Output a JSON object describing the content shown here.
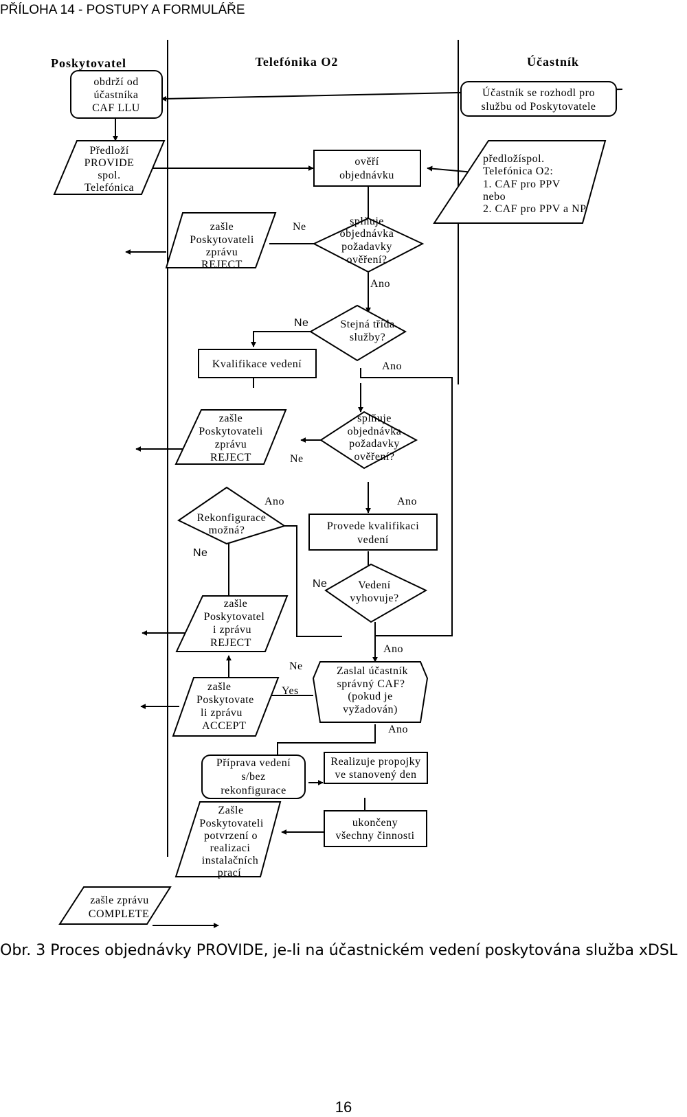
{
  "header": "PŘÍLOHA 14 - POSTUPY A FORMULÁŘE",
  "lanes": {
    "provider": "Poskytovatel",
    "telefonica": "Telefónika O2",
    "subscriber": "Účastník"
  },
  "nodes": {
    "receives_caf": [
      "obdrží od",
      "účastníka",
      "CAF LLU"
    ],
    "subscriber_decided": [
      "Účastník se rozhodl pro",
      "službu od Poskytovatele"
    ],
    "submits_provide": [
      "Předloží",
      "PROVIDE",
      "spol.",
      "Telefónica"
    ],
    "verifies_order": [
      "ověří",
      "objednávku"
    ],
    "subscriber_submits": [
      "předložíspol.",
      "Telefónica O2:",
      "1. CAF pro PPV",
      "nebo",
      "2. CAF pro PPV a NP"
    ],
    "reject_1": [
      "zašle",
      "Poskytovateli",
      "zprávu",
      "REJECT"
    ],
    "meets_requirements_1": [
      "splňuje",
      "objednávka",
      "požadavky",
      "ověření?"
    ],
    "same_class": [
      "Stejná třída",
      "služby?"
    ],
    "line_qualification": [
      "Kvalifikace vedení"
    ],
    "reject_2": [
      "zašle",
      "Poskytovateli",
      "zprávu",
      "REJECT"
    ],
    "meets_requirements_2": [
      "splňuje",
      "objednávka",
      "požadavky",
      "ověření?"
    ],
    "reconfiguration_possible": [
      "Rekonfigurace",
      "možná?"
    ],
    "performs_qualification": [
      "Provede kvalifikaci",
      "vedení"
    ],
    "reject_3": [
      "zašle",
      "Poskytovatel",
      "i zprávu",
      "REJECT"
    ],
    "line_ok": [
      "Vedení",
      "vyhovuje?"
    ],
    "accept": [
      "zašle",
      "Poskytovate",
      "li zprávu",
      "ACCEPT"
    ],
    "correct_caf": [
      "Zaslal účastník",
      "správný CAF?",
      "(pokud je",
      "vyžadován)"
    ],
    "line_preparation": [
      "Příprava  vedení",
      "s/bez",
      "rekonfigurace"
    ],
    "realizes_connection": [
      "Realizuje propojky",
      "ve stanovený den"
    ],
    "confirmation": [
      "Zašle",
      "Poskytovateli",
      "potvrzení o",
      "realizaci",
      "instalačních",
      "prací"
    ],
    "all_finished": [
      "ukončeny",
      "všechny činnosti"
    ],
    "complete": [
      "zašle zprávu",
      "COMPLETE"
    ]
  },
  "labels": {
    "no_1": "Ne",
    "yes_1": "Ano",
    "no_2": "Ne",
    "yes_2": "Ano",
    "no_3": "Ne",
    "yes_3": "Ano",
    "yes_4": "Ano",
    "no_4": "Ne",
    "no_5": "Ne",
    "yes_5": "Ano",
    "no_6": "Ne",
    "yes_6": "Yes",
    "yes_7": "Ano"
  },
  "caption": "Obr. 3 Proces objednávky PROVIDE, je-li na účastnickém vedení poskytována služba xDSL",
  "page_number": "16"
}
